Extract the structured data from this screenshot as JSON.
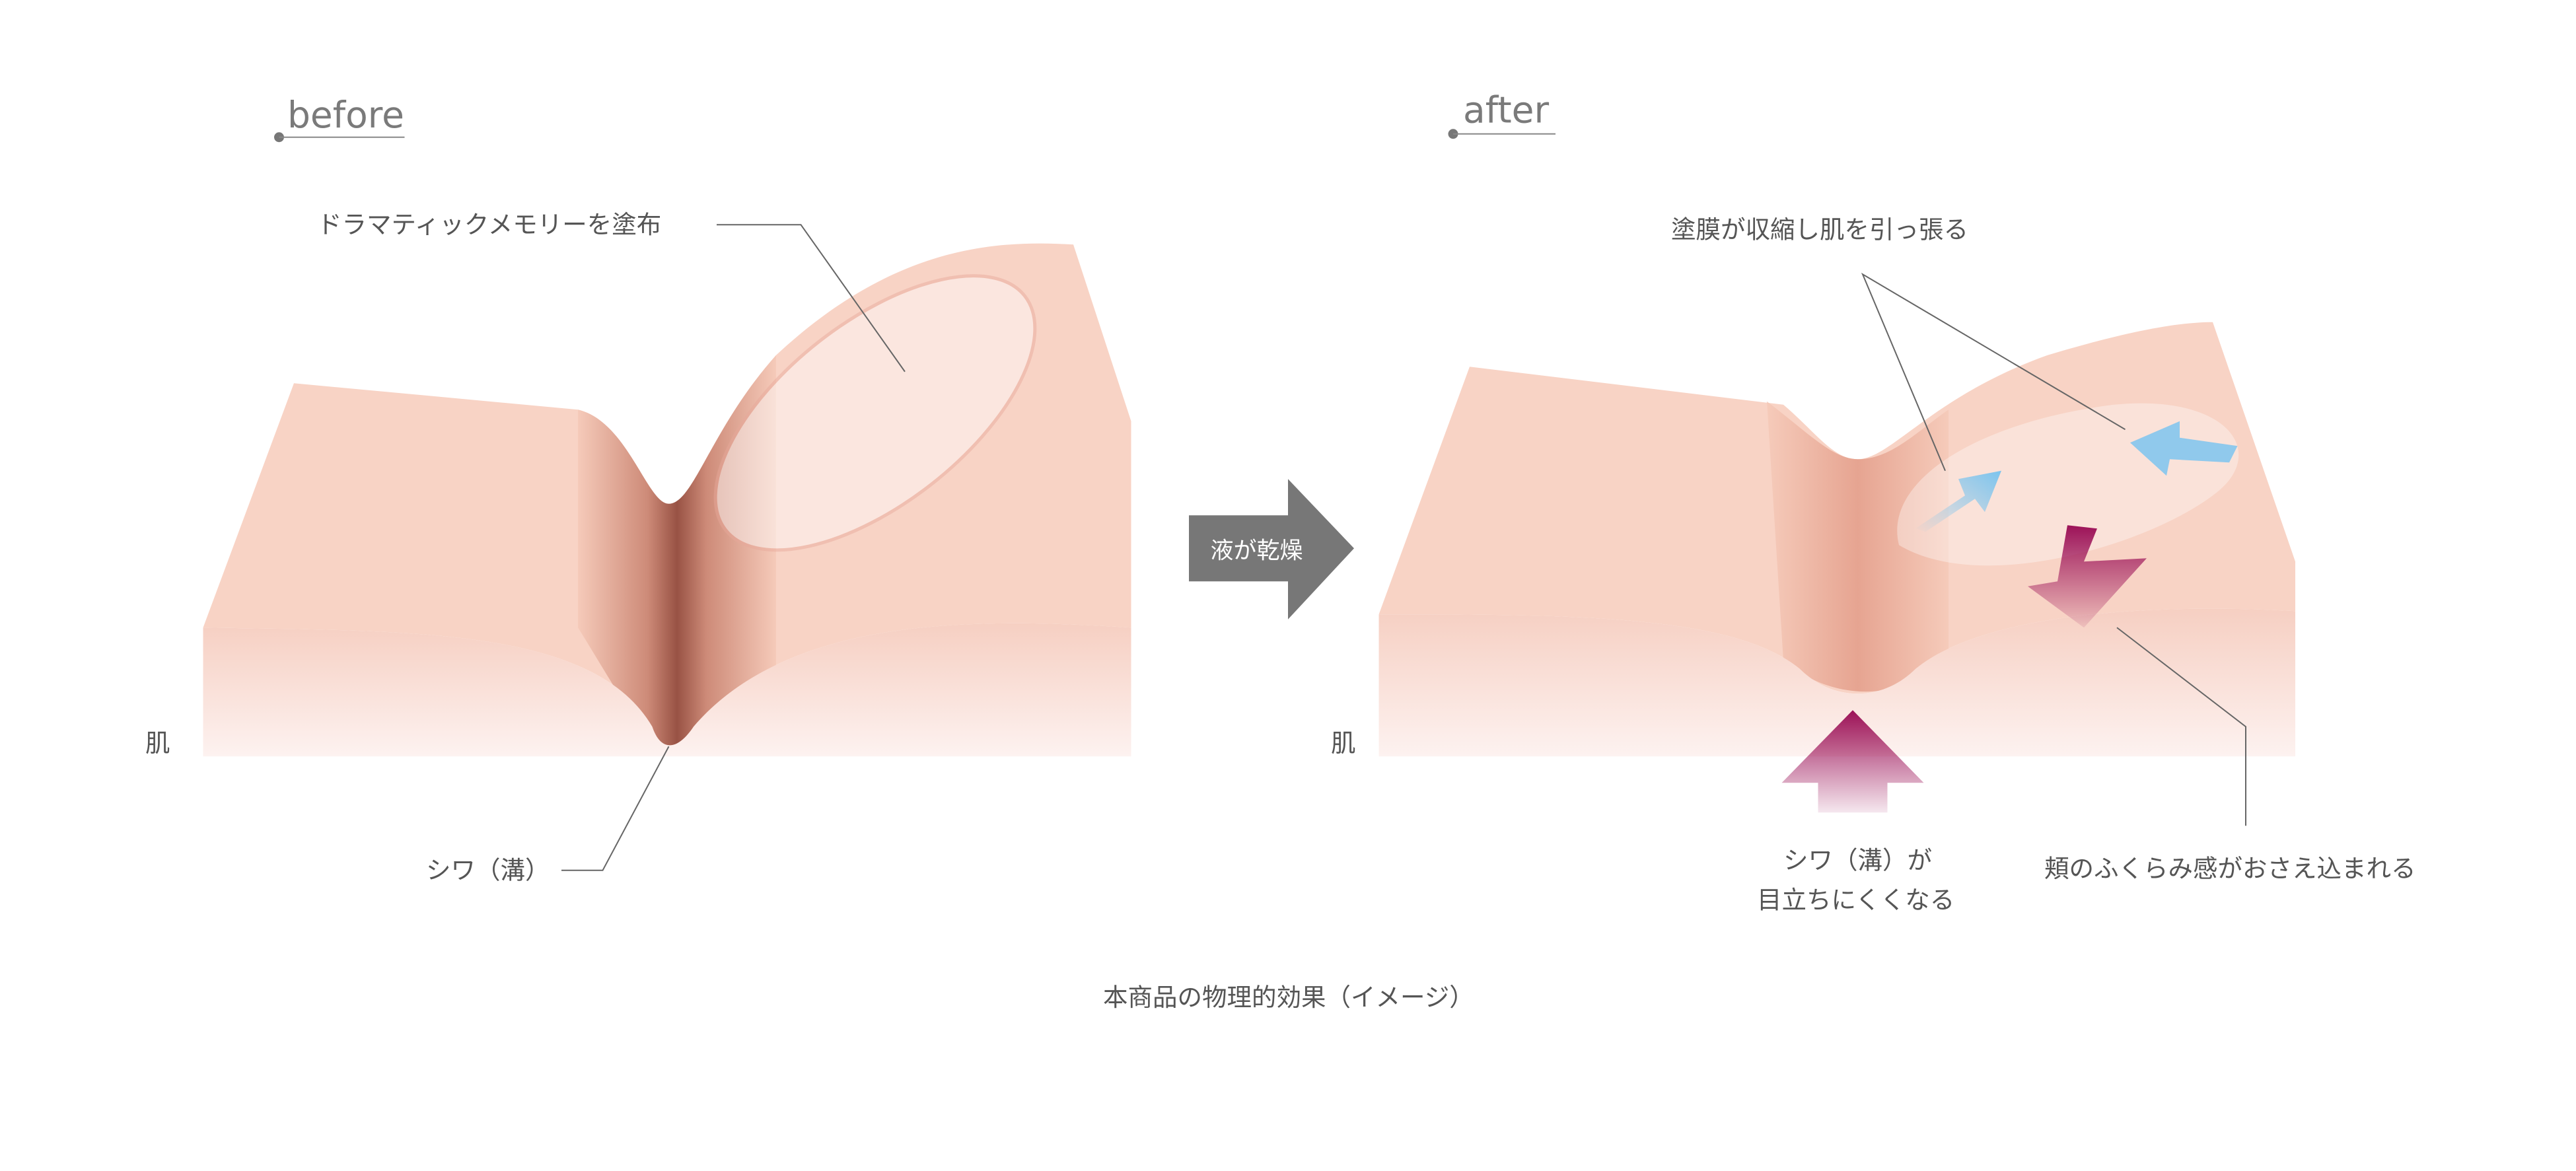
{
  "before": {
    "heading": "before",
    "callout_apply": "ドラマティックメモリーを塗布",
    "skin_label": "肌",
    "wrinkle_label": "シワ（溝）"
  },
  "transition": {
    "label": "液が乾燥"
  },
  "after": {
    "heading": "after",
    "callout_film": "塗膜が収縮し肌を引っ張る",
    "skin_label": "肌",
    "wrinkle_line1": "シワ（溝）が",
    "wrinkle_line2": "目立ちにくくなる",
    "cheek_label": "頬のふくらみ感がおさえ込まれる"
  },
  "caption": "本商品の物理的効果（イメージ）",
  "colors": {
    "skin": "#f7d0c2",
    "wrinkle": "#a85a4a",
    "arrow_magenta": "#9c1258",
    "arrow_blue": "#7cc4ee",
    "arrow_grey": "#777777"
  }
}
